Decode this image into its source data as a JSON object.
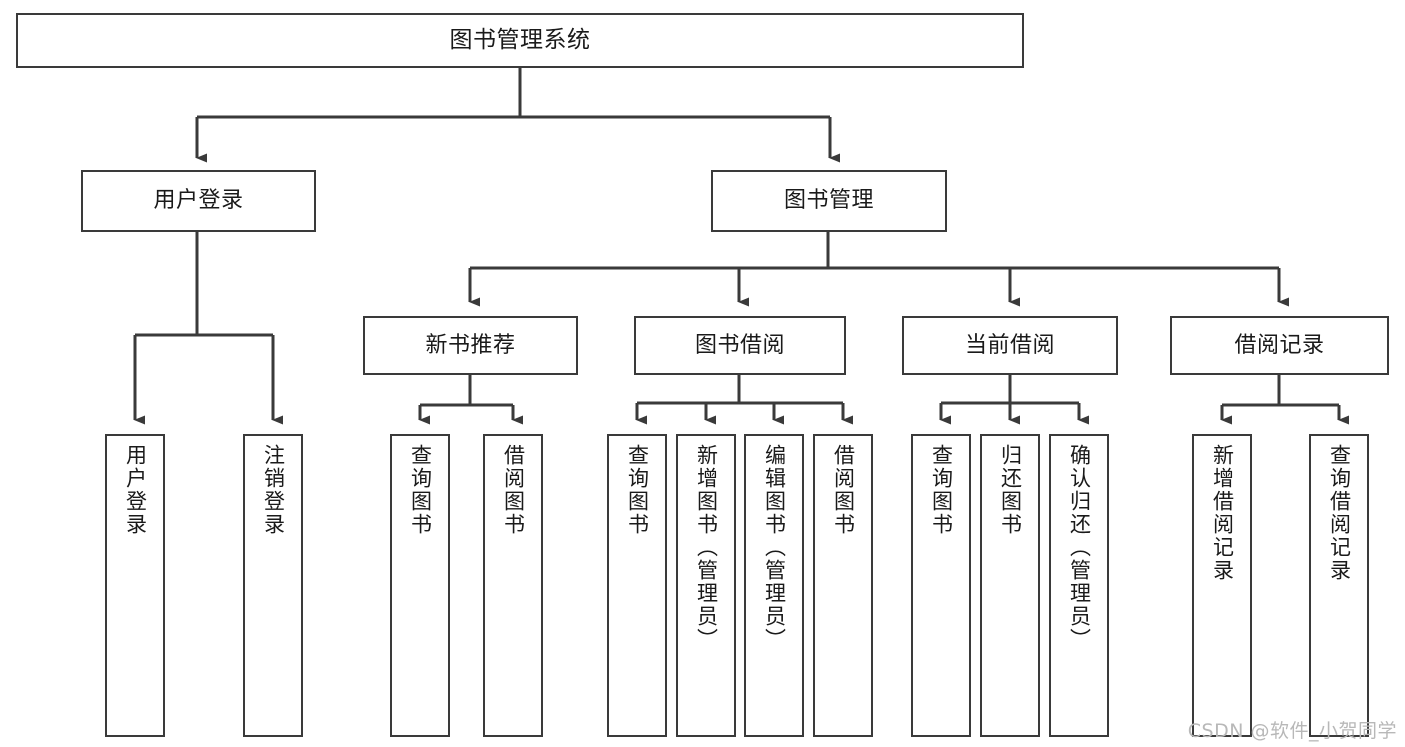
{
  "diagram": {
    "type": "tree-hierarchy-chart",
    "title": "图书管理系统",
    "watermark": "CSDN @软件_小贺同学",
    "colors": {
      "background": "#ffffff",
      "border": "#3a3a3a",
      "text": "#1a1a1a",
      "connector": "#3a3a3a",
      "watermark": "#b8b8b8"
    },
    "levels": {
      "root": {
        "label": "图书管理系统"
      },
      "level2": [
        {
          "label": "用户登录"
        },
        {
          "label": "图书管理"
        }
      ],
      "level3": [
        {
          "label": "新书推荐"
        },
        {
          "label": "图书借阅"
        },
        {
          "label": "当前借阅"
        },
        {
          "label": "借阅记录"
        }
      ],
      "leaves": {
        "user_login": [
          {
            "label": "用户登录"
          },
          {
            "label": "注销登录"
          }
        ],
        "new_book": [
          {
            "label": "查询图书"
          },
          {
            "label": "借阅图书"
          }
        ],
        "book_borrow": [
          {
            "label": "查询图书"
          },
          {
            "label": "新增图书（管理员）"
          },
          {
            "label": "编辑图书（管理员）"
          },
          {
            "label": "借阅图书"
          }
        ],
        "current_borrow": [
          {
            "label": "查询图书"
          },
          {
            "label": "归还图书"
          },
          {
            "label": "确认归还（管理员）"
          }
        ],
        "borrow_record": [
          {
            "label": "新增借阅记录"
          },
          {
            "label": "查询借阅记录"
          }
        ]
      }
    }
  }
}
